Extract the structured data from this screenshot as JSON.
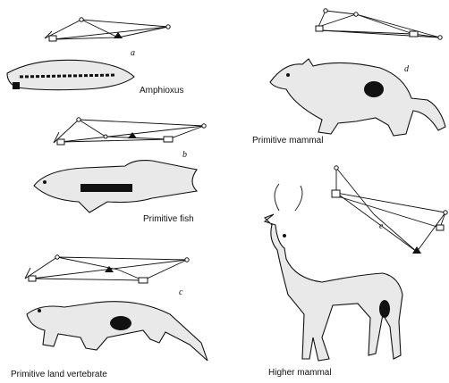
{
  "figure": {
    "panels": [
      {
        "letter": "a",
        "caption": "Amphioxus"
      },
      {
        "letter": "b",
        "caption": "Primitive fish"
      },
      {
        "letter": "c",
        "caption": "Primitive land vertebrate"
      },
      {
        "letter": "d",
        "caption": "Primitive mammal"
      },
      {
        "letter": "e",
        "caption": "Higher mammal"
      }
    ]
  }
}
